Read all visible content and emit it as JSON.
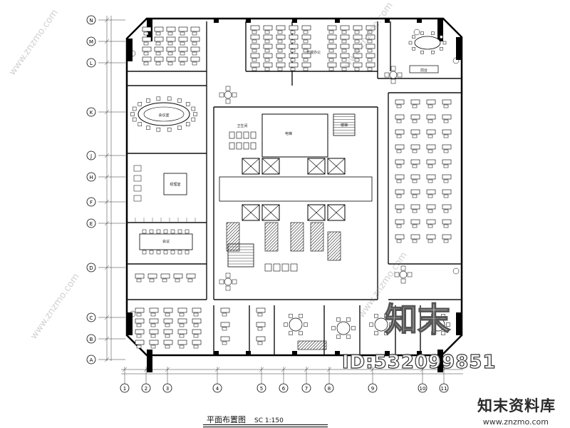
{
  "drawing": {
    "title": "平面布置图",
    "scale": "SC 1:150"
  },
  "row_axes": [
    "N",
    "M",
    "L",
    "K",
    "J",
    "H",
    "F",
    "E",
    "D",
    "C",
    "B",
    "A"
  ],
  "col_axes": [
    "1",
    "2",
    "3",
    "4",
    "5",
    "6",
    "7",
    "8",
    "9",
    "10",
    "11"
  ],
  "zones": {
    "conference": "会议室",
    "elevator_hall": "电梯",
    "restroom": "卫生间",
    "open_office": "开敞办公",
    "meeting": "会议",
    "manager": "经理室",
    "reception": "前台",
    "stair": "楼梯"
  },
  "watermark": {
    "logo_text": "知末",
    "brand": "知末资料库",
    "url": "www.znzmo.com",
    "id": "ID:532099851",
    "diag": "www.znzmo.com"
  }
}
